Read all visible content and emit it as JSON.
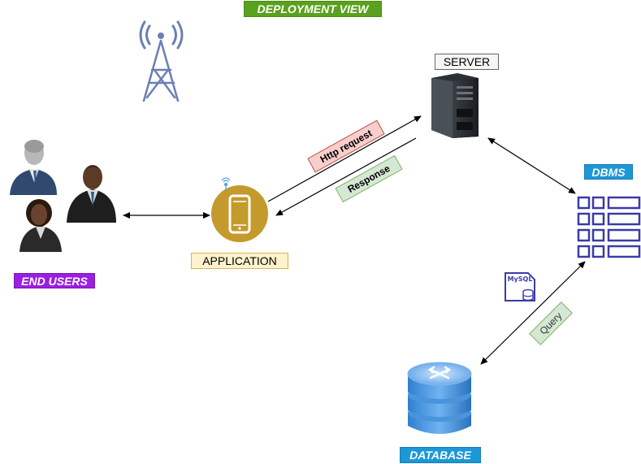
{
  "title": "DEPLOYMENT VIEW",
  "nodes": {
    "server": "SERVER",
    "application": "APPLICATION",
    "end_users": "END USERS",
    "dbms": "DBMS",
    "database": "DATABASE"
  },
  "edges": {
    "http_request": "Http request",
    "response": "Response",
    "query": "Query"
  },
  "mysql_icon_text": "MySQL",
  "colors": {
    "title_bg": "#5aa11d",
    "end_users_bg": "#9b1fe3",
    "blue_label_bg": "#1c97d8",
    "app_circle": "#c59a2c",
    "dbms_icon": "#3b3ba6",
    "antenna": "#6b7fb3"
  }
}
